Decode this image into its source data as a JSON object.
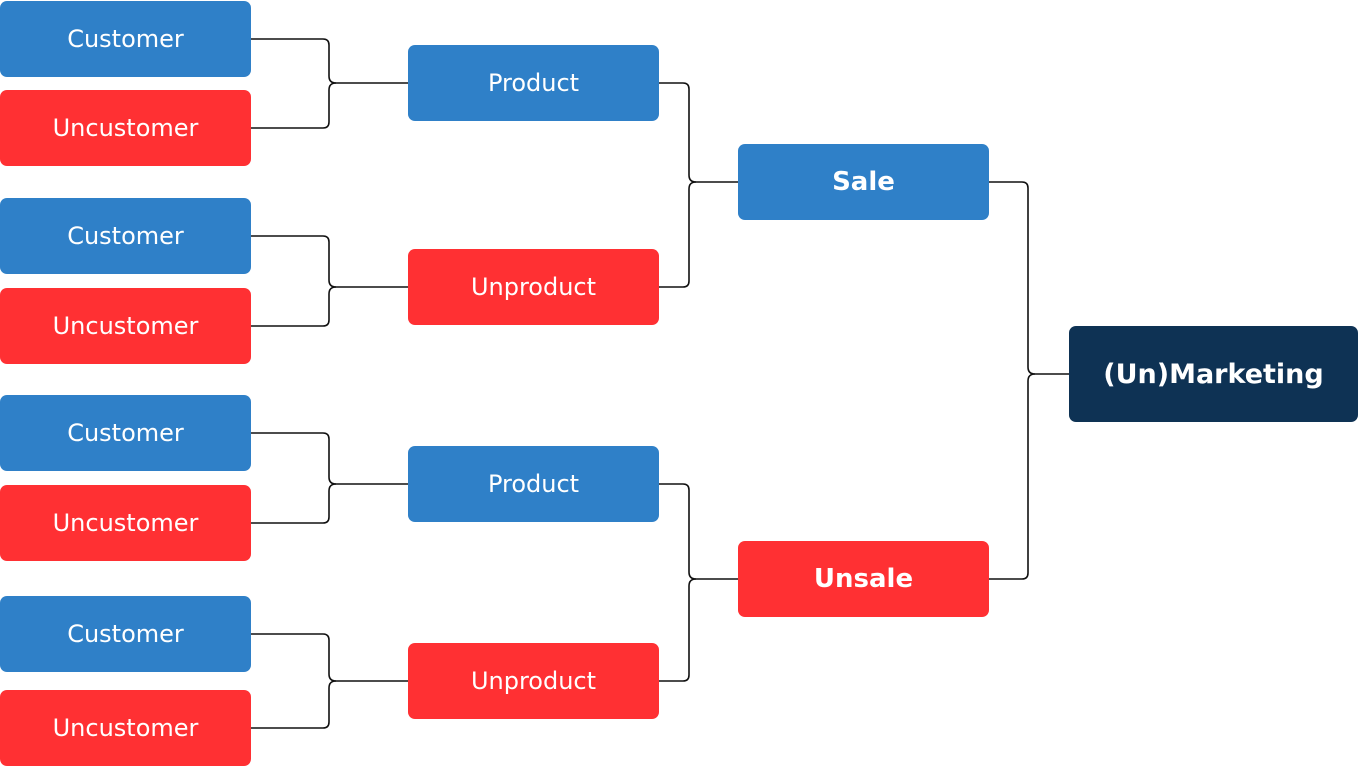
{
  "leaves": [
    {
      "label": "Customer",
      "color": "#2f80c8"
    },
    {
      "label": "Uncustomer",
      "color": "#ff3033"
    },
    {
      "label": "Customer",
      "color": "#2f80c8"
    },
    {
      "label": "Uncustomer",
      "color": "#ff3033"
    },
    {
      "label": "Customer",
      "color": "#2f80c8"
    },
    {
      "label": "Uncustomer",
      "color": "#ff3033"
    },
    {
      "label": "Customer",
      "color": "#2f80c8"
    },
    {
      "label": "Uncustomer",
      "color": "#ff3033"
    }
  ],
  "products": [
    {
      "label": "Product",
      "color": "#2f80c8"
    },
    {
      "label": "Unproduct",
      "color": "#ff3033"
    },
    {
      "label": "Product",
      "color": "#2f80c8"
    },
    {
      "label": "Unproduct",
      "color": "#ff3033"
    }
  ],
  "sales": [
    {
      "label": "Sale",
      "color": "#2f80c8"
    },
    {
      "label": "Unsale",
      "color": "#ff3033"
    }
  ],
  "root": {
    "label": "(Un)Marketing",
    "color": "#0e3254"
  },
  "connector_color": "#111111"
}
